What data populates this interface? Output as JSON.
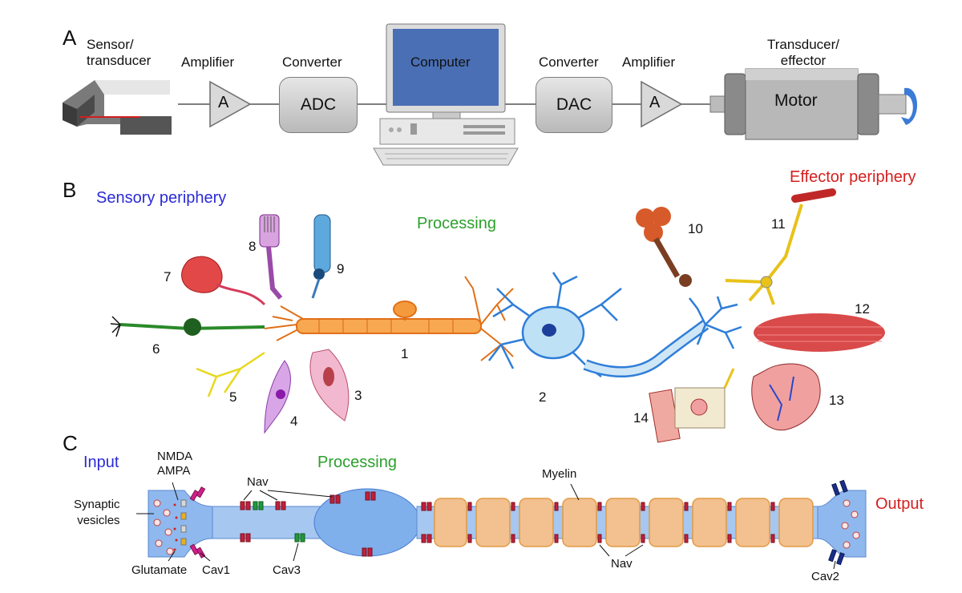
{
  "panel_a": {
    "letter": "A",
    "sensor_label": [
      "Sensor/",
      "transducer"
    ],
    "amp_label": "Amplifier",
    "amp_symbol": "A",
    "converter_label": "Converter",
    "adc": "ADC",
    "computer_label": "Computer",
    "dac": "DAC",
    "converter2_label": "Converter",
    "amp2_label": "Amplifier",
    "amp2_symbol": "A",
    "effector_label": [
      "Transducer/",
      "effector"
    ],
    "motor": "Motor"
  },
  "panel_b": {
    "letter": "B",
    "sensory": "Sensory periphery",
    "processing": "Processing",
    "effector": "Effector periphery",
    "numbers": [
      "1",
      "2",
      "3",
      "4",
      "5",
      "6",
      "7",
      "8",
      "9",
      "10",
      "11",
      "12",
      "13",
      "14"
    ]
  },
  "panel_c": {
    "letter": "C",
    "input": "Input",
    "processing": "Processing",
    "output": "Output",
    "nmda": "NMDA",
    "ampa": "AMPA",
    "synaptic": [
      "Synaptic",
      "vesicles"
    ],
    "glutamate": "Glutamate",
    "cav1": "Cav1",
    "cav3": "Cav3",
    "nav_top": "Nav",
    "myelin": "Myelin",
    "nav_bottom": "Nav",
    "cav2": "Cav2"
  },
  "colors": {
    "sensory": "#2b2bd6",
    "processing": "#2ca02c",
    "effector": "#d42020",
    "neuron1": "#f08a2a",
    "neuron2": "#3b8fe0",
    "membrane": "#8fb8ee",
    "myelin": "#f3c08f"
  }
}
